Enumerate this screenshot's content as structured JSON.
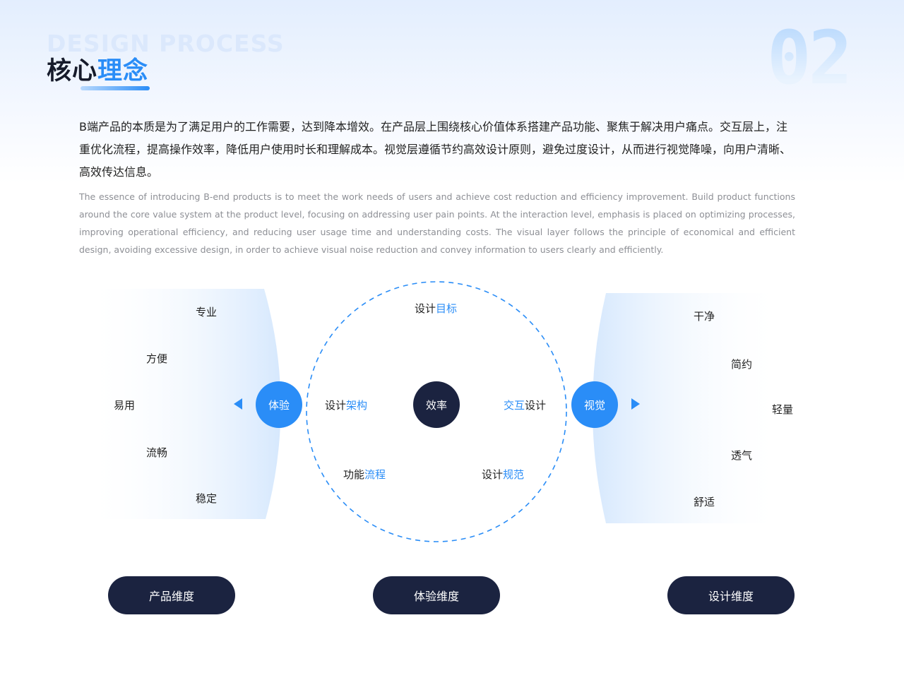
{
  "header": {
    "bg_word": "DESIGN PROCESS",
    "title_part1": "核心",
    "title_part2": "理念",
    "number": "02"
  },
  "intro": {
    "cn": "B端产品的本质是为了满足用户的工作需要，达到降本增效。在产品层上围绕核心价值体系搭建产品功能、聚焦于解决用户痛点。交互层上，注重优化流程，提高操作效率，降低用户使用时长和理解成本。视觉层遵循节约高效设计原则，避免过度设计，从而进行视觉降噪，向用户清晰、高效传达信息。",
    "en": "The essence of introducing B-end products is to meet the work needs of users and achieve cost reduction and efficiency improvement. Build product functions around the core value system at the product level, focusing on addressing user pain points. At the interaction level, emphasis is placed on optimizing processes, improving operational efficiency, and reducing user usage time and understanding costs. The visual layer follows the principle of economical and efficient design, avoiding excessive design, in order to achieve visual noise reduction and convey information to users clearly and efficiently."
  },
  "diagram": {
    "left_items": [
      "专业",
      "方便",
      "易用",
      "流畅",
      "稳定"
    ],
    "right_items": [
      "干净",
      "简约",
      "轻量",
      "透气",
      "舒适"
    ],
    "left_node": "体验",
    "center_node": "效率",
    "right_node": "视觉",
    "ring_labels": {
      "top": {
        "a": "设计",
        "b": "目标"
      },
      "left": {
        "a": "设计",
        "b": "架构"
      },
      "right": {
        "a": "交互",
        "b": "设计"
      },
      "bottom_left": {
        "a": "功能",
        "b": "流程"
      },
      "bottom_right": {
        "a": "设计",
        "b": "规范"
      }
    },
    "colors": {
      "accent": "#2a8df7",
      "dark": "#1b2340"
    }
  },
  "footer": {
    "buttons": [
      "产品维度",
      "体验维度",
      "设计维度"
    ]
  }
}
